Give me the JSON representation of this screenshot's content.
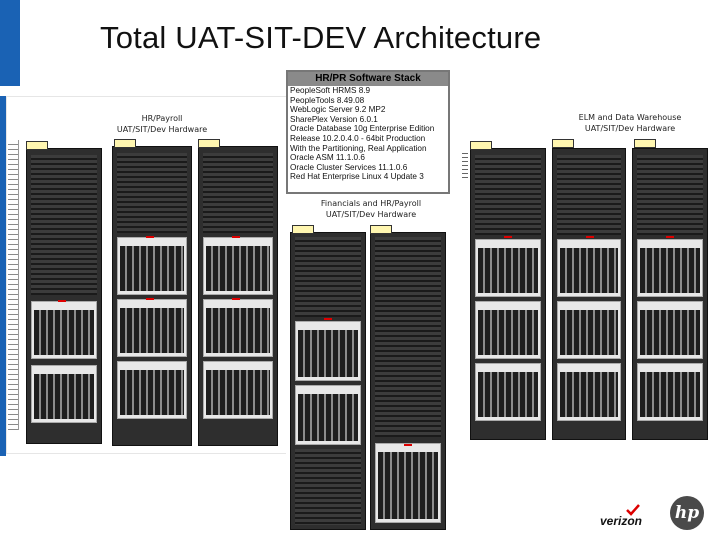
{
  "title": "Total UAT-SIT-DEV Architecture",
  "software_stack": {
    "title": "HR/PR Software Stack",
    "items": [
      "PeopleSoft HRMS 8.9",
      "PeopleTools 8.49.08",
      "WebLogic Server 9.2 MP2",
      "SharePlex Version  6.0.1",
      "Oracle Database 10g Enterprise Edition",
      "Release 10.2.0.4.0 - 64bit Production",
      "With the Partitioning, Real Application",
      "Oracle ASM 11.1.0.6",
      "Oracle Cluster Services 11.1.0.6",
      "Red Hat Enterprise Linux 4 Update 3"
    ]
  },
  "groups": {
    "left": {
      "line1": "HR/Payroll",
      "line2": "UAT/SIT/Dev Hardware"
    },
    "middle": {
      "line1": "Financials and HR/Payroll",
      "line2": "UAT/SIT/Dev Hardware"
    },
    "right": {
      "line1": "ELM and Data Warehouse",
      "line2": "UAT/SIT/Dev Hardware"
    }
  },
  "logos": {
    "verizon": "verizon",
    "hp": "hp"
  },
  "colors": {
    "accent_bar": "#1a62b4",
    "rack": "#2e2e2e",
    "stack_header": "#8a8a8a"
  }
}
